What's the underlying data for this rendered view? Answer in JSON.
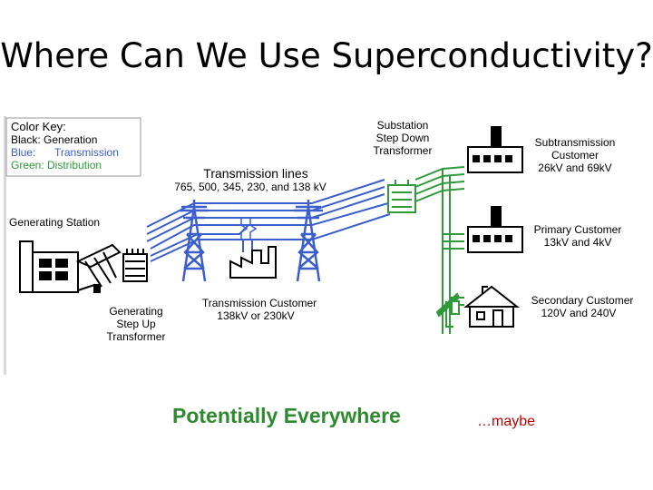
{
  "slide": {
    "title": "Where Can We Use Superconductivity?",
    "tagline": "Potentially Everywhere",
    "aside": "…maybe"
  },
  "colors": {
    "generation": "#000000",
    "transmission": "#3a5fcd",
    "distribution": "#2e9a3a",
    "tagline": "#2e8a2e",
    "aside": "#c00000"
  },
  "diagram": {
    "color_key": {
      "heading": "Color Key:",
      "black": "Black:  Generation",
      "blue_label": "Blue:",
      "blue_value": "Transmission",
      "green": "Green: Distribution"
    },
    "substation": [
      "Substation",
      "Step Down",
      "Transformer"
    ],
    "transmission_lines": [
      "Transmission lines",
      "765, 500, 345, 230, and 138 kV"
    ],
    "generating_station": "Generating Station",
    "step_up": [
      "Generating",
      "Step Up",
      "Transformer"
    ],
    "transmission_customer": [
      "Transmission Customer",
      "138kV or 230kV"
    ],
    "subtransmission_customer": [
      "Subtransmission",
      "Customer",
      "26kV and 69kV"
    ],
    "primary_customer": [
      "Primary Customer",
      "13kV and 4kV"
    ],
    "secondary_customer": [
      "Secondary Customer",
      "120V and 240V"
    ]
  }
}
